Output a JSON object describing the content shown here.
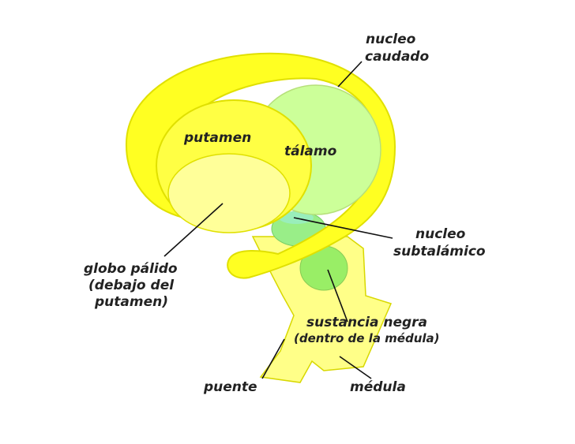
{
  "diagram": {
    "labels": {
      "nucleo_caudado": [
        "nucleo",
        "caudado"
      ],
      "putamen": "putamen",
      "talamo": "tálamo",
      "nucleo_subtalamico": [
        "nucleo",
        "subtalámico"
      ],
      "globo_palido": [
        "globo pálido",
        "(debajo del",
        "putamen)"
      ],
      "sustancia_negra": "sustancia negra",
      "sustancia_negra_note": "(dentro de la médula)",
      "puente": "puente",
      "medula": "médula"
    },
    "colors": {
      "caudate_yellow": "#ffff22",
      "putamen_yellow": "#ffff55",
      "globus_pale_yellow": "#ffff99",
      "brainstem_yellow": "#ffff88",
      "thalamus_green": "#ccff99",
      "substantia_green": "#99ee66",
      "subthalamic_teal": "#99eebb",
      "outline": "#d8d800",
      "text": "#222222"
    }
  }
}
